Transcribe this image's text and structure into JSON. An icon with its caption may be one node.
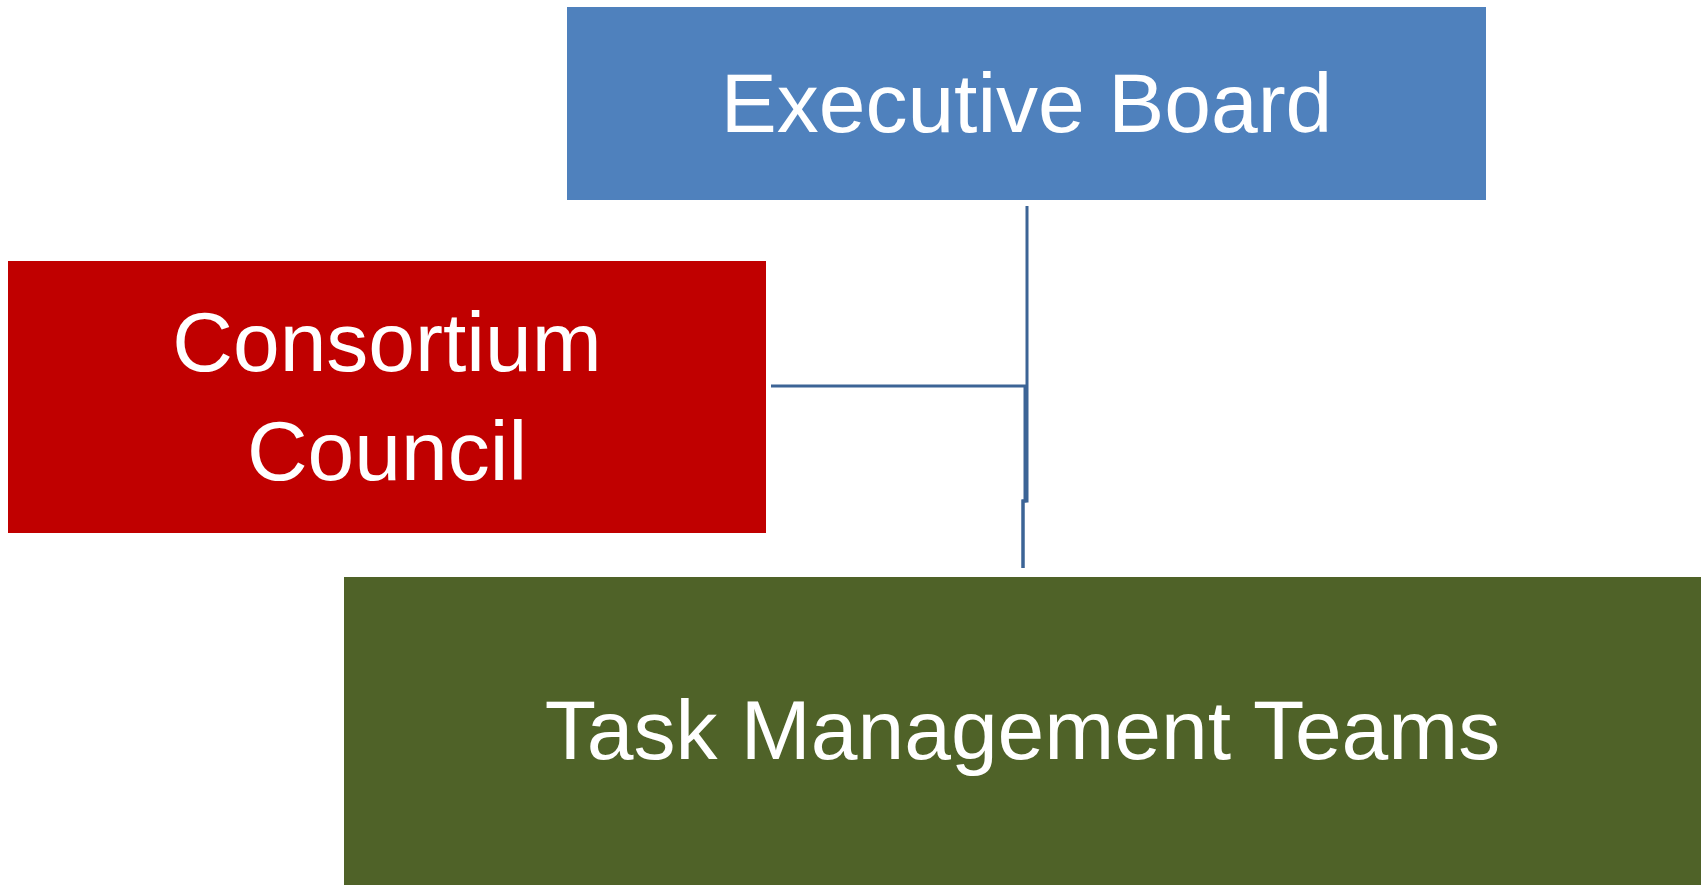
{
  "diagram": {
    "nodes": [
      {
        "text": [
          "Executive Board"
        ]
      },
      {
        "text": [
          "Consortium Council"
        ]
      },
      {
        "text": [
          "Task Management Teams"
        ]
      }
    ],
    "edges": [
      {
        "from": 0,
        "to": 2,
        "arrow": "none"
      },
      {
        "from": 1,
        "to": 2,
        "arrow": "none"
      }
    ]
  }
}
